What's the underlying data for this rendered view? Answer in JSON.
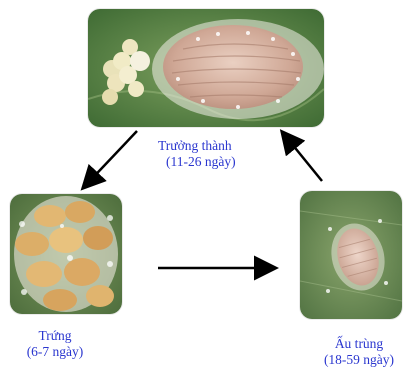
{
  "stages": {
    "adult": {
      "name": "Trưởng thành",
      "duration": "(11-26 ngày)"
    },
    "egg": {
      "name": "Trứng",
      "duration": "(6-7 ngày)"
    },
    "nymph": {
      "name": "Ấu trùng",
      "duration": "(18-59 ngày)"
    }
  },
  "colors": {
    "label_text": "#2a36cf",
    "arrow": "#000000",
    "leaf_green": "#5f8a4a",
    "insect_body": "#d8b7a8"
  },
  "cycle_order": [
    "adult",
    "egg",
    "nymph",
    "adult"
  ]
}
